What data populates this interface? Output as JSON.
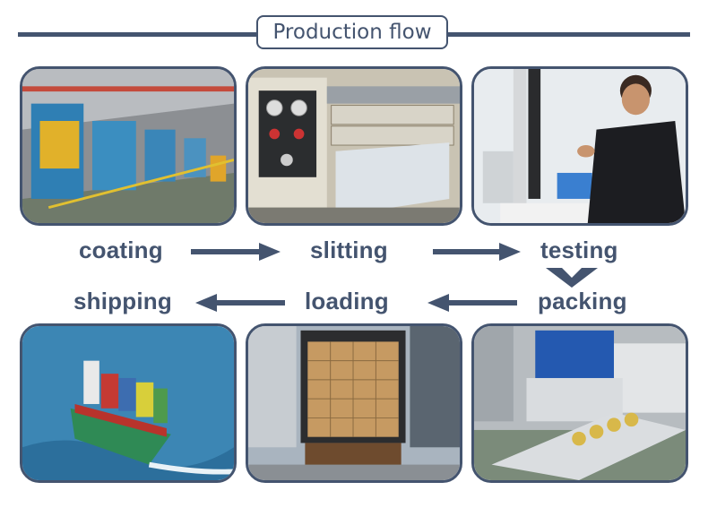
{
  "header": {
    "title": "Production flow"
  },
  "steps": {
    "coating": "coating",
    "slitting": "slitting",
    "testing": "testing",
    "packing": "packing",
    "loading": "loading",
    "shipping": "shipping"
  },
  "colors": {
    "accent": "#44546f",
    "background": "#ffffff"
  }
}
